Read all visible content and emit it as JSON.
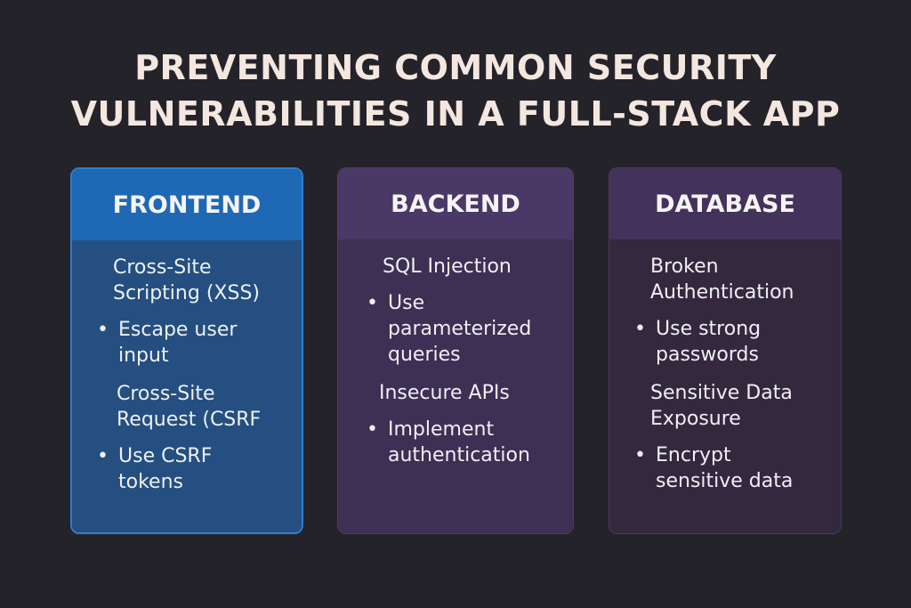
{
  "title_line1": "PREVENTING COMMON SECURITY",
  "title_line2": "VULNERABILITIES IN A FULL-STACK APP",
  "bullet_glyph": "•",
  "columns": [
    {
      "heading": "FRONTEND",
      "items": [
        {
          "issue": "Cross-Site Scripting (XSS)",
          "fix": "Escape user input"
        },
        {
          "issue": "Cross-Site Request (CSRF",
          "fix": "Use CSRF tokens"
        }
      ]
    },
    {
      "heading": "BACKEND",
      "items": [
        {
          "issue": "SQL Injection",
          "fix": "Use parameterized queries"
        },
        {
          "issue": "Insecure APIs",
          "fix": "Implement authentication"
        }
      ]
    },
    {
      "heading": "DATABASE",
      "items": [
        {
          "issue": "Broken Authentication",
          "fix": "Use strong passwords"
        },
        {
          "issue": "Sensitive Data Exposure",
          "fix": "Encrypt sensitive data"
        }
      ]
    }
  ],
  "colors": {
    "background": "#25232a",
    "frontend": "#1f68b3",
    "backend": "#4a3866",
    "database": "#43325a"
  }
}
